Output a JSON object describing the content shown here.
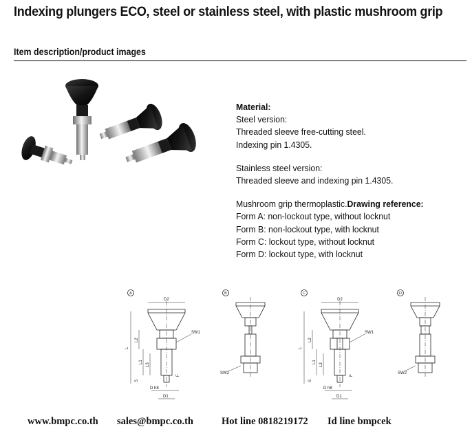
{
  "header": {
    "title": "Indexing plungers ECO, steel or stainless steel, with plastic mushroom grip",
    "subtitle": "Item description/product images"
  },
  "description": {
    "material_heading": "Material:",
    "steel_version_label": "Steel version:",
    "steel_line_1": "Threaded sleeve free-cutting steel.",
    "steel_line_2": "Indexing pin 1.4305.",
    "stainless_label": "Stainless steel version:",
    "stainless_line": "Threaded sleeve and indexing pin 1.4305.",
    "grip_text": "Mushroom grip thermoplastic.",
    "drawing_reference": "Drawing reference:",
    "forms": [
      "Form A: non-lockout type, without locknut",
      "Form B: non-lockout type, with locknut",
      "Form C: lockout type, without locknut",
      "Form D: lockout type, with locknut"
    ]
  },
  "drawings": {
    "form_marks": [
      "A",
      "B",
      "C",
      "D"
    ],
    "labels": {
      "d2": "D2",
      "sw1": "SW1",
      "sw2": "SW2",
      "l": "L",
      "l2": "L2",
      "l1": "L1",
      "l3": "L3",
      "s": "S",
      "f": "F",
      "d1": "D1",
      "dh8": "D h8"
    }
  },
  "footer": {
    "website": "www.bmpc.co.th",
    "email": "sales@bmpc.co.th",
    "hotline": "Hot line 0818219172",
    "line_id": "Id  line  bmpcek"
  }
}
